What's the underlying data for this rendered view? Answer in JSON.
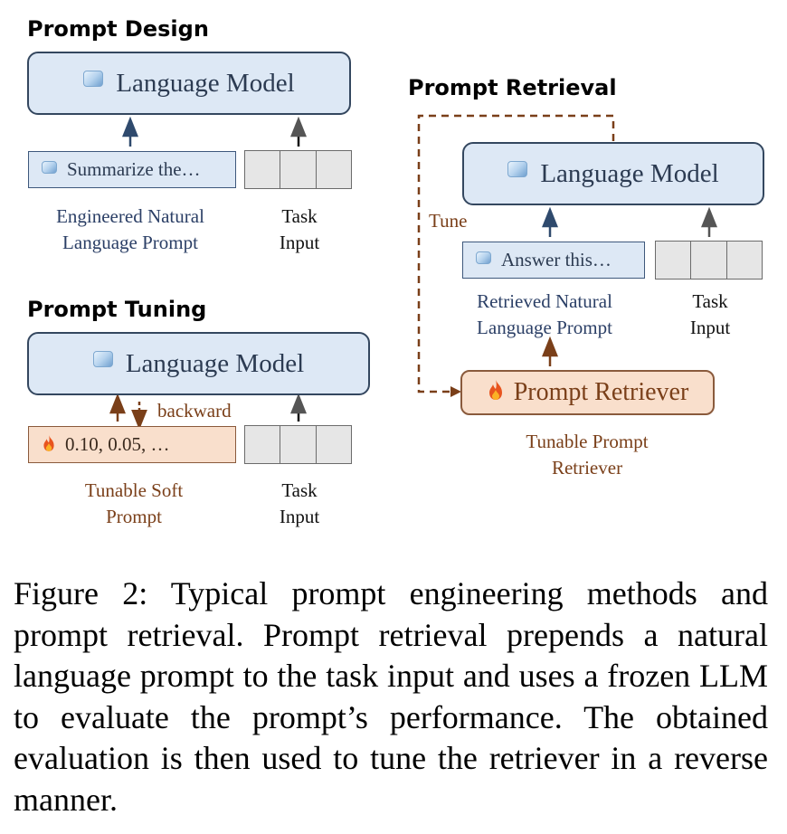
{
  "prompt_design": {
    "title": "Prompt Design",
    "language_model_label": "Language Model",
    "prompt_text": "Summarize the…",
    "prompt_caption_line1": "Engineered Natural",
    "prompt_caption_line2": "Language Prompt",
    "task_caption_line1": "Task",
    "task_caption_line2": "Input"
  },
  "prompt_tuning": {
    "title": "Prompt Tuning",
    "language_model_label": "Language Model",
    "soft_prompt_text": "0.10, 0.05, …",
    "backward_label": "backward",
    "prompt_caption_line1": "Tunable Soft",
    "prompt_caption_line2": "Prompt",
    "task_caption_line1": "Task",
    "task_caption_line2": "Input"
  },
  "prompt_retrieval": {
    "title": "Prompt Retrieval",
    "language_model_label": "Language Model",
    "tune_label": "Tune",
    "prompt_text": "Answer this…",
    "prompt_caption_line1": "Retrieved Natural",
    "prompt_caption_line2": "Language Prompt",
    "task_caption_line1": "Task",
    "task_caption_line2": "Input",
    "retriever_label": "Prompt Retriever",
    "retriever_caption_line1": "Tunable Prompt",
    "retriever_caption_line2": "Retriever"
  },
  "caption": "Figure 2:  Typical prompt engineering methods and prompt retrieval. Prompt retrieval prepends a natural language prompt to the task input and uses a frozen LLM to evaluate the prompt’s performance. The obtained evaluation is then used to tune the retriever in a reverse manner.",
  "icons": {
    "frozen": "ice-cube-icon",
    "tunable": "fire-icon"
  },
  "colors": {
    "frozen_fill": "#dde8f5",
    "frozen_border": "#34475f",
    "tunable_fill": "#f9dfcc",
    "tunable_border": "#8a5a3c",
    "tunable_text": "#7a3f19",
    "arrow_blue": "#2f4a6d",
    "arrow_brown": "#7a3f19",
    "task_input_fill": "#e6e6e6"
  }
}
